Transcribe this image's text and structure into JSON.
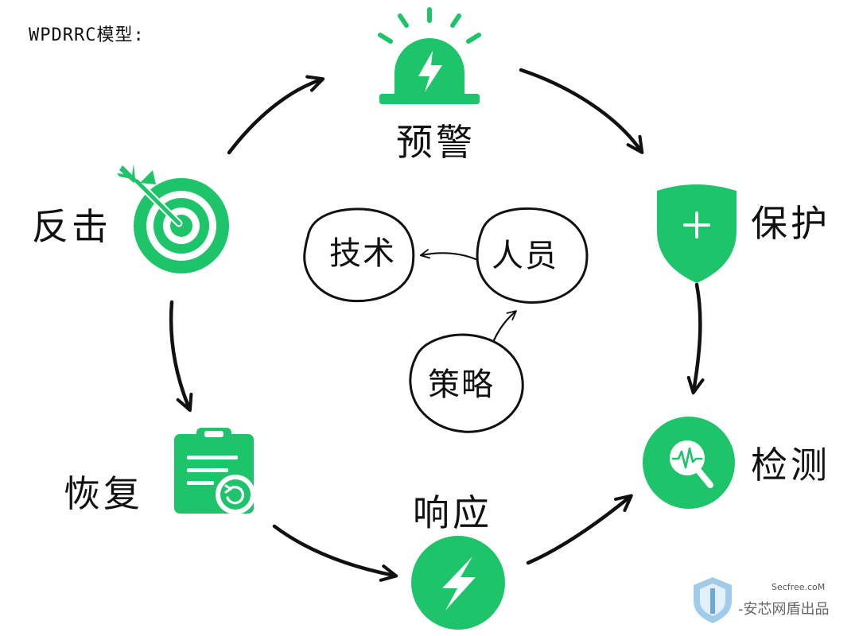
{
  "title": "WPDRRC模型:",
  "stages": {
    "warning": "预警",
    "protection": "保护",
    "detection": "检测",
    "response": "响应",
    "recovery": "恢复",
    "counterattack": "反击"
  },
  "core": {
    "technology": "技术",
    "personnel": "人员",
    "strategy": "策略"
  },
  "watermark": {
    "site": "Secfree.coM",
    "org": "-安芯网盾出品"
  },
  "colors": {
    "accent": "#1ec46a",
    "ink": "#111111"
  }
}
